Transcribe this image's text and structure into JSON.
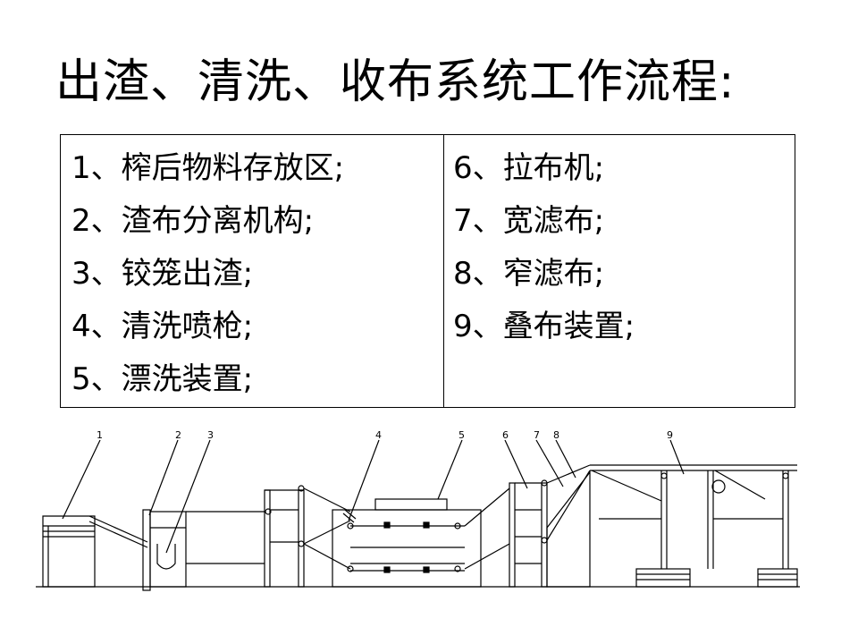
{
  "title": "出渣、清洗、收布系统工作流程:",
  "legend": {
    "left": [
      "1、榨后物料存放区;",
      "2、渣布分离机构;",
      "3、铰笼出渣;",
      "4、清洗喷枪;",
      "5、漂洗装置;"
    ],
    "right": [
      "6、拉布机;",
      "7、宽滤布;",
      "8、窄滤布;",
      "9、叠布装置;"
    ]
  },
  "diagram": {
    "callouts": [
      "1",
      "2",
      "3",
      "4",
      "5",
      "6",
      "7",
      "8",
      "9"
    ]
  }
}
